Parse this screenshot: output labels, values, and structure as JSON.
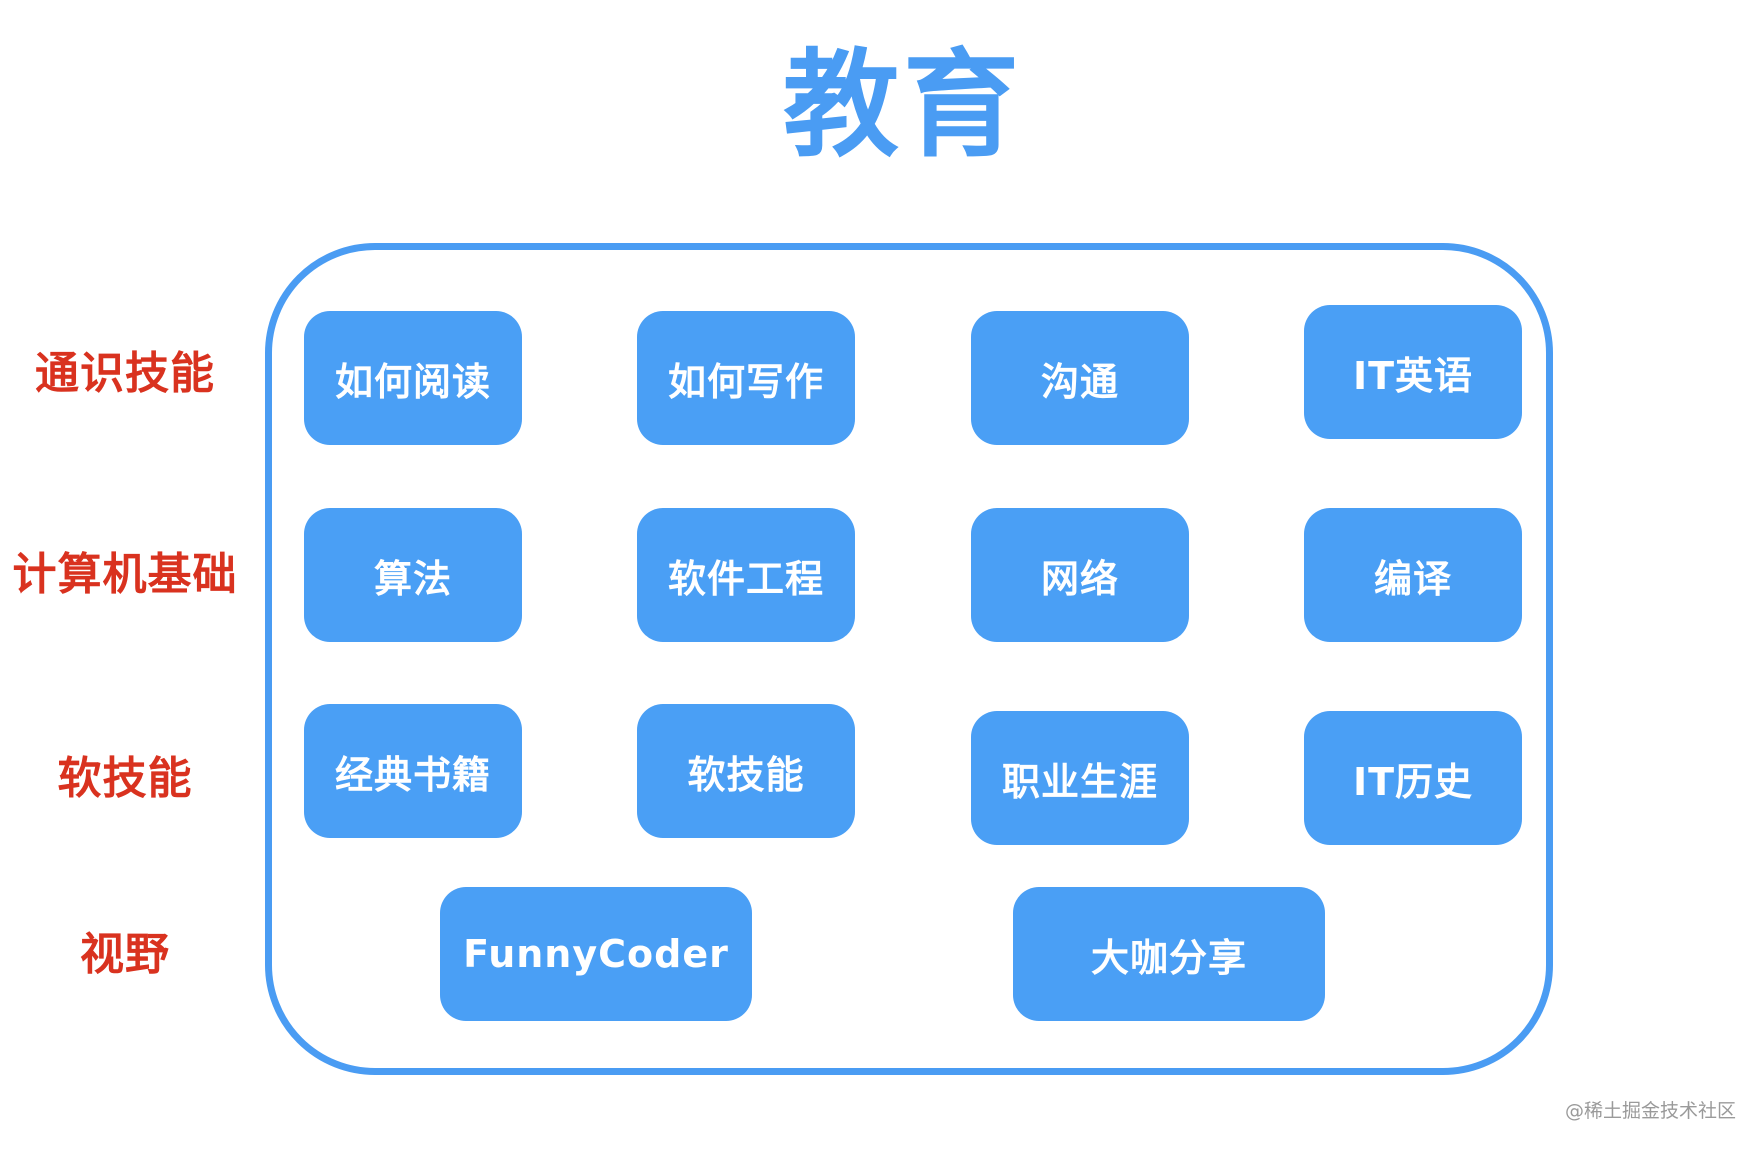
{
  "title": "教育",
  "row_labels": [
    "通识技能",
    "计算机基础",
    "软技能",
    "视野"
  ],
  "rows": [
    [
      "如何阅读",
      "如何写作",
      "沟通",
      "IT英语"
    ],
    [
      "算法",
      "软件工程",
      "网络",
      "编译"
    ],
    [
      "经典书籍",
      "软技能",
      "职业生涯",
      "IT历史"
    ],
    [
      "FunnyCoder",
      "大咖分享"
    ]
  ],
  "watermark": "@稀土掘金技术社区",
  "colors": {
    "title": "#4a9cf3",
    "frame": "#4a9cf3",
    "tile": "#4a9ff5",
    "row_label": "#d9321f"
  }
}
